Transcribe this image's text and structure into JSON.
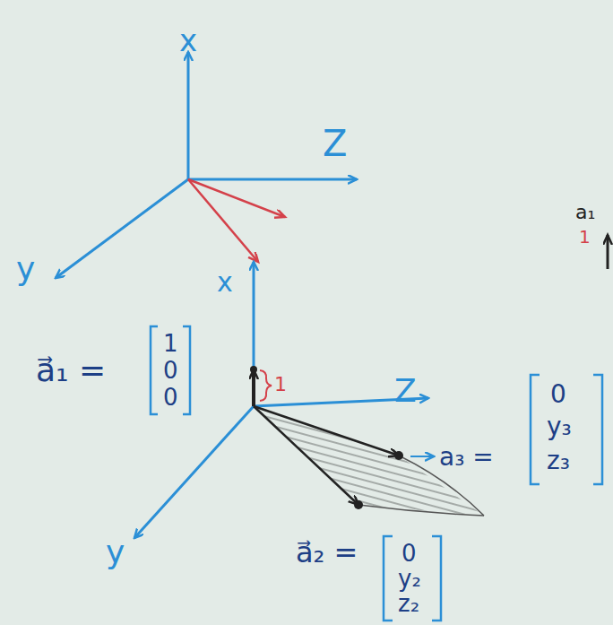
{
  "diagram": {
    "labels": [
      "x",
      "Z",
      "y",
      "x",
      "Z",
      "y",
      "a⃗₁ =",
      "1",
      "0",
      "0",
      "1",
      "a₃ =",
      "0",
      "y₃",
      "z₃",
      "a⃗₂ =",
      "0",
      "y₂",
      "z₂",
      "a₁",
      "1"
    ]
  }
}
